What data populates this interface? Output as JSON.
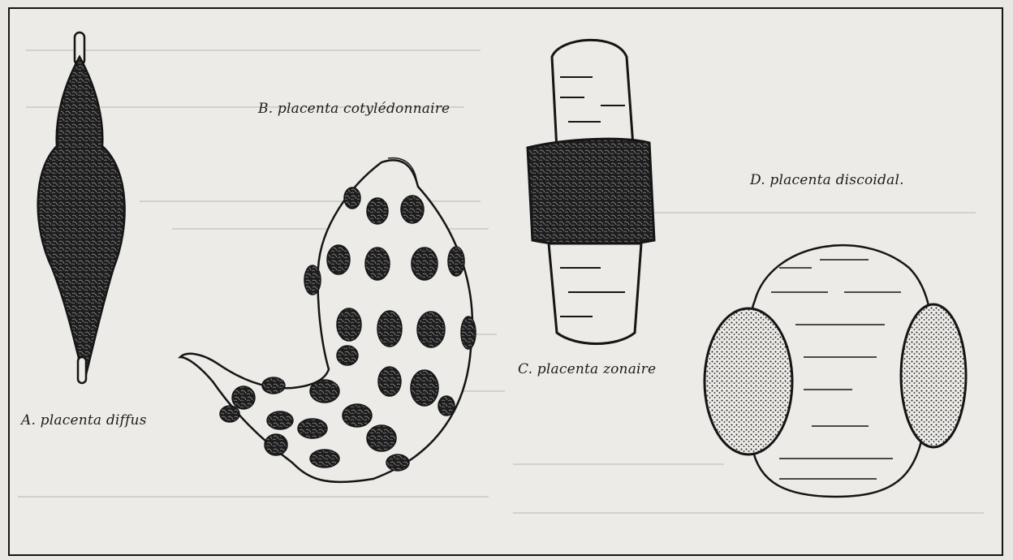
{
  "figure": {
    "captions": {
      "a": "A. placenta diffus",
      "b": "B. placenta cotylédonnaire",
      "c": "C. placenta zonaire",
      "d": "D. placenta discoidal."
    }
  },
  "colors": {
    "ink": "#151515",
    "paper": "#ecebe7",
    "bleed_text": "#d3d1cc"
  }
}
